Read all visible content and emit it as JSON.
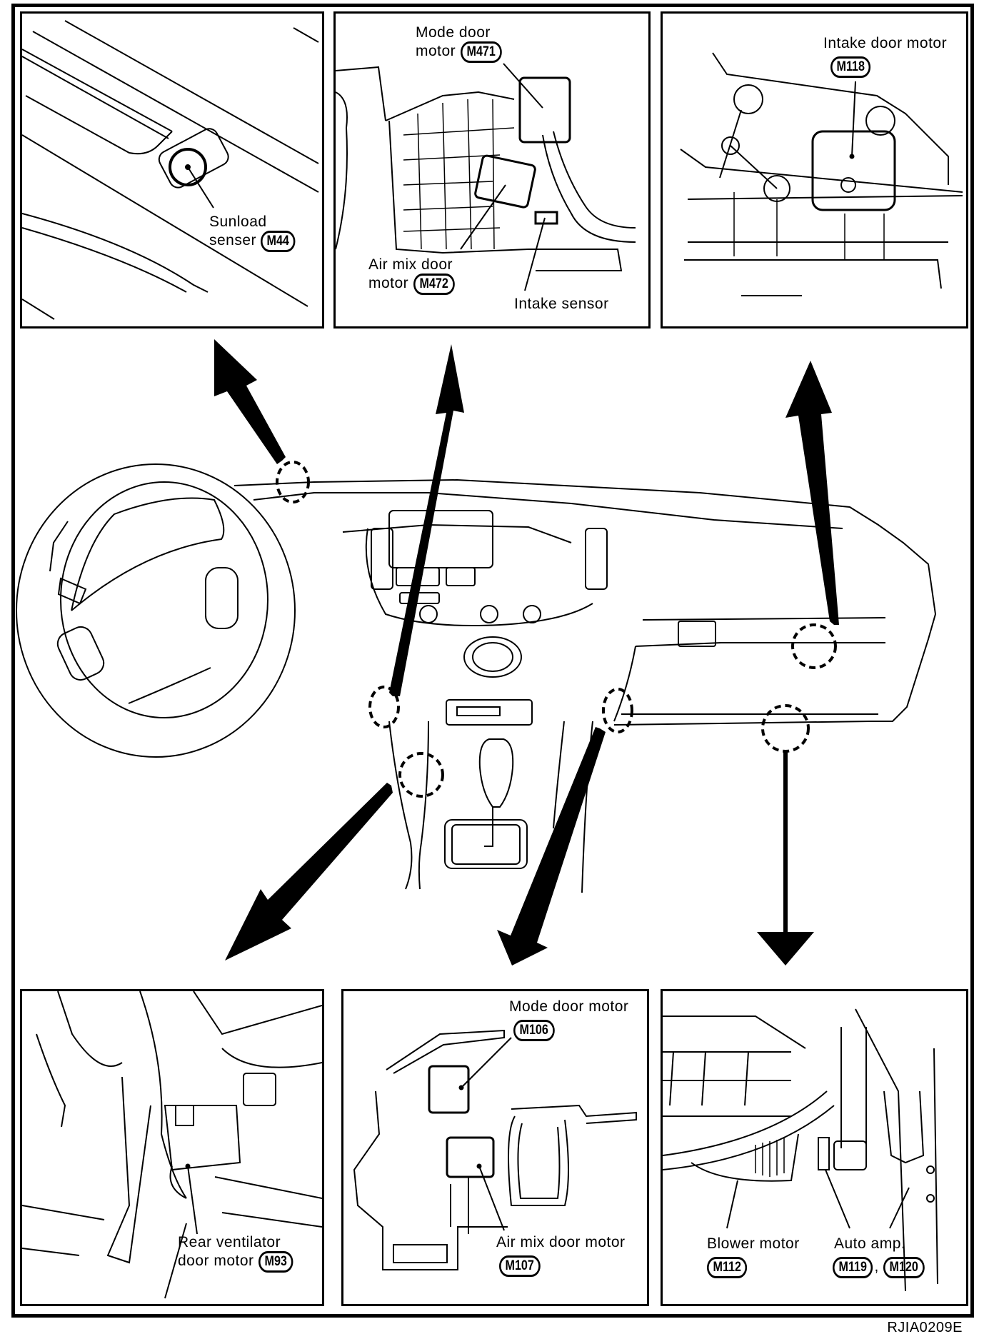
{
  "figure": {
    "id": "RJIA0209E",
    "subject": "Component parts location - instrument panel / A/C unit"
  },
  "panels": {
    "sunload": {
      "label_line1": "Sunload",
      "label_line2": "senser",
      "connector": "M44"
    },
    "mode_air_mix_front": {
      "mode_label_line1": "Mode door",
      "mode_label_line2": "motor",
      "mode_connector": "M471",
      "airmix_label_line1": "Air mix door",
      "airmix_label_line2": "motor",
      "airmix_connector": "M472",
      "intake_sensor_label": "Intake sensor"
    },
    "intake_door": {
      "label": "Intake door motor",
      "connector": "M118"
    },
    "rear_ventilator": {
      "label_line1": "Rear ventilator",
      "label_line2": "door motor",
      "connector": "M93"
    },
    "mode_air_mix_rear": {
      "mode_label": "Mode door motor",
      "mode_connector": "M106",
      "airmix_label": "Air mix door motor",
      "airmix_connector": "M107"
    },
    "blower_auto_amp": {
      "blower_label": "Blower motor",
      "blower_connector": "M112",
      "auto_amp_label": "Auto amp.",
      "auto_amp_connector_1": "M119",
      "auto_amp_separator": ",",
      "auto_amp_connector_2": "M120"
    }
  }
}
